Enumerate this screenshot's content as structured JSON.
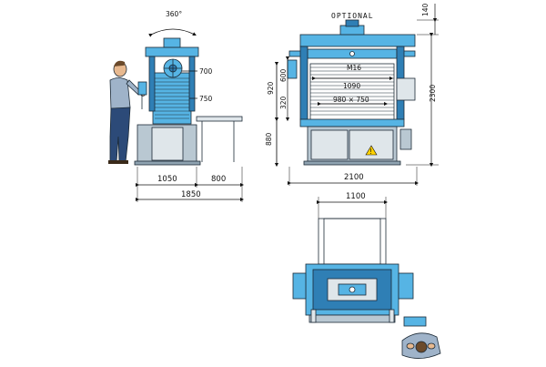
{
  "diagram": {
    "labels": {
      "rotation": "360°",
      "optional": "OPTIONAL",
      "d700": "700",
      "d750": "750",
      "d1050": "1050",
      "d800": "800",
      "d1850": "1850",
      "m16": "M16",
      "d1090": "1090",
      "d980x750": "980 × 750",
      "d920": "920",
      "d600": "600",
      "d320": "320",
      "d880": "880",
      "d2100": "2100",
      "d140": "140",
      "d2300": "2300",
      "d1100": "1100"
    },
    "warning_sign": "!",
    "colors": {
      "machine_blue": "#56b4e4",
      "machine_dark": "#2f7fb5",
      "body_grey": "#b9c8d2",
      "panel_grey": "#dfe6ea",
      "shirt": "#9fb3c9",
      "trousers": "#2c4a78",
      "skin": "#e8b98f",
      "hair": "#6b4a2b",
      "line": "#111111"
    }
  }
}
